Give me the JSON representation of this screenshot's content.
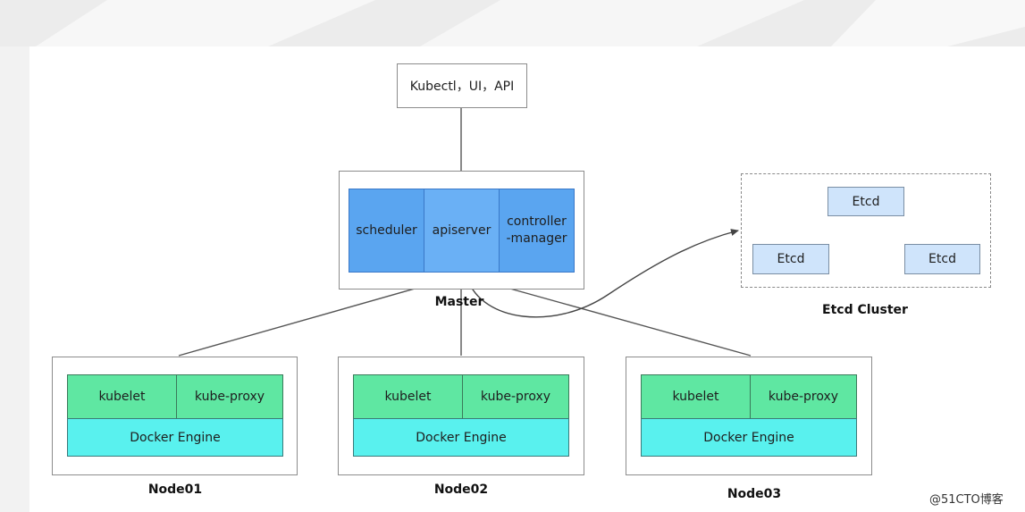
{
  "client": {
    "label": "Kubectl，UI，API"
  },
  "master": {
    "caption": "Master",
    "components": [
      "scheduler",
      "apiserver",
      "controller\n-manager"
    ]
  },
  "etcd": {
    "caption": "Etcd Cluster",
    "nodes": [
      "Etcd",
      "Etcd",
      "Etcd"
    ]
  },
  "nodes": [
    {
      "caption": "Node01",
      "kubelet": "kubelet",
      "proxy": "kube-proxy",
      "engine": "Docker Engine"
    },
    {
      "caption": "Node02",
      "kubelet": "kubelet",
      "proxy": "kube-proxy",
      "engine": "Docker Engine"
    },
    {
      "caption": "Node03",
      "kubelet": "kubelet",
      "proxy": "kube-proxy",
      "engine": "Docker Engine"
    }
  ],
  "watermark": "@51CTO博客",
  "colors": {
    "master_component": "#5aa5f0",
    "kubelet_proxy": "#5fe7a2",
    "docker_engine": "#59f1ee",
    "etcd": "#cfe4fb"
  }
}
